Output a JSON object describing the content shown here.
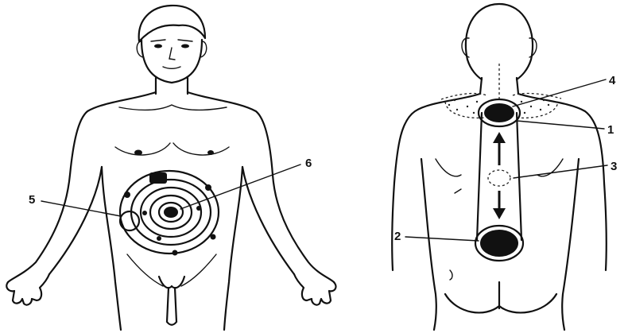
{
  "labels": {
    "l1": "1",
    "l2": "2",
    "l3": "3",
    "l4": "4",
    "l5": "5",
    "l6": "6"
  },
  "colors": {
    "ink": "#111111",
    "background": "#ffffff"
  }
}
